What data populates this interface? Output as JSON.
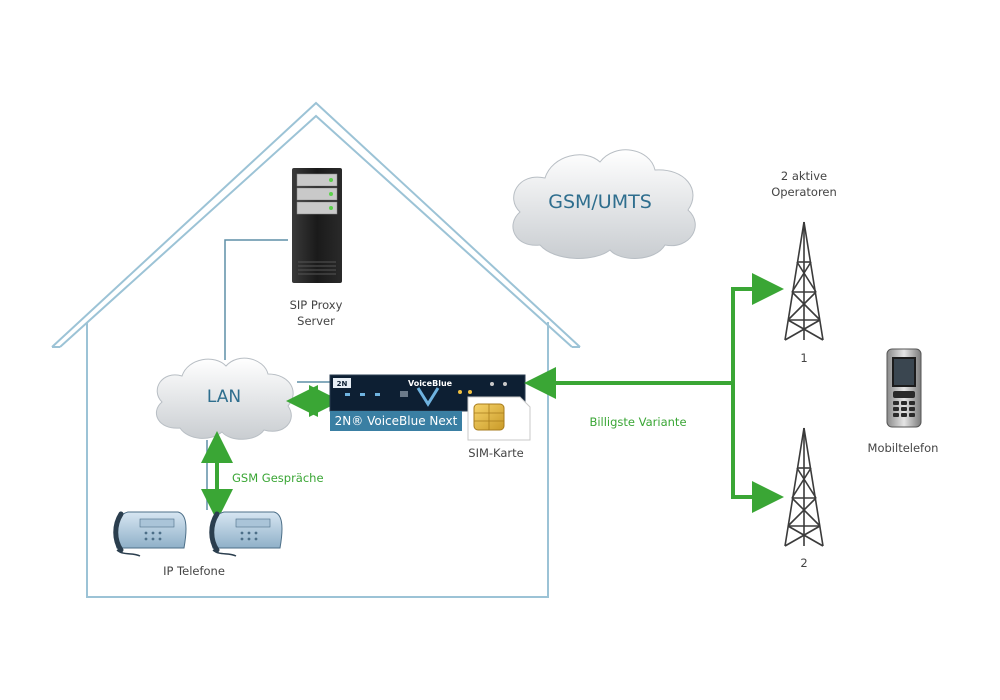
{
  "cloud_gsm": {
    "label": "GSM/UMTS"
  },
  "cloud_lan": {
    "label": "LAN"
  },
  "server": {
    "label_line1": "SIP Proxy",
    "label_line2": "Server"
  },
  "device": {
    "panel_brand": "VoiceBlue",
    "panel_logo": "2N",
    "name": "2N® VoiceBlue Next"
  },
  "sim": {
    "label": "SIM-Karte"
  },
  "links": {
    "gsm_calls": "GSM Gespräche",
    "cheapest": "Billigste Variante"
  },
  "phones": {
    "label": "IP Telefone"
  },
  "operators": {
    "title_line1": "2 aktive",
    "title_line2": "Operatoren",
    "tower1": "1",
    "tower2": "2"
  },
  "mobile": {
    "label": "Mobiltelefon"
  },
  "colors": {
    "house": "#9cc3d6",
    "arrow": "#3aa635",
    "label_gray": "#444444",
    "label_green": "#3aa635",
    "cloud_text": "#2e6e8e",
    "device_bar": "#3a7fa3"
  }
}
